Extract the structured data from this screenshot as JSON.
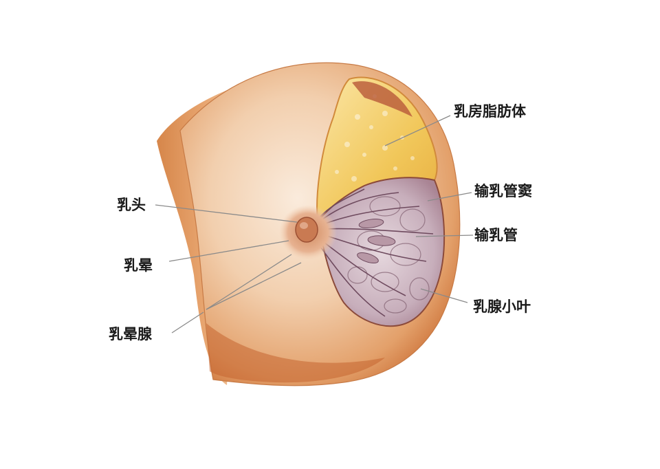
{
  "labels": {
    "fat": "乳房脂肪体",
    "sinus": "输乳管窦",
    "duct": "输乳管",
    "lobule": "乳腺小叶",
    "nipple": "乳头",
    "areola": "乳晕",
    "areola_gland": "乳晕腺"
  },
  "colors": {
    "skin_light": "#f6dcc2",
    "skin_mid": "#e7a672",
    "skin_dark": "#c2642c",
    "fat_yellow": "#f3cf66",
    "gland_lilac": "#c9b2bf",
    "leader_line": "#8a8a8a"
  }
}
